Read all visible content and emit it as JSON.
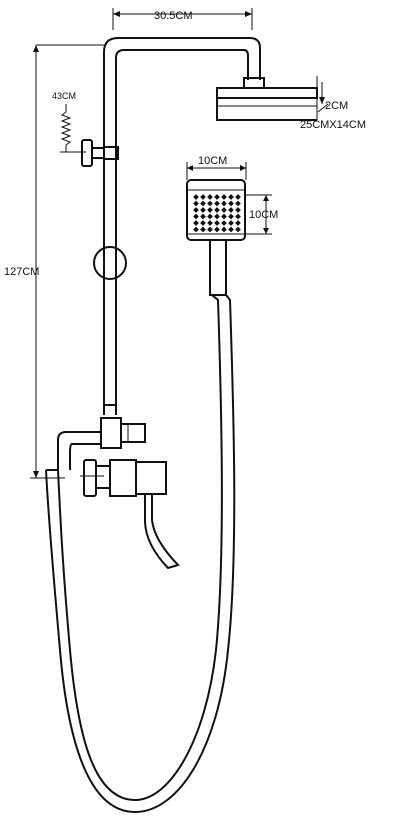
{
  "dimensions": {
    "arm_width": "30.5CM",
    "head_thickness": "2CM",
    "head_size": "25CMX14CM",
    "handheld_width": "10CM",
    "handheld_height": "10CM",
    "total_height": "127CM",
    "adjust_range": "43CM"
  },
  "colors": {
    "line": "#111111",
    "background": "#ffffff"
  }
}
